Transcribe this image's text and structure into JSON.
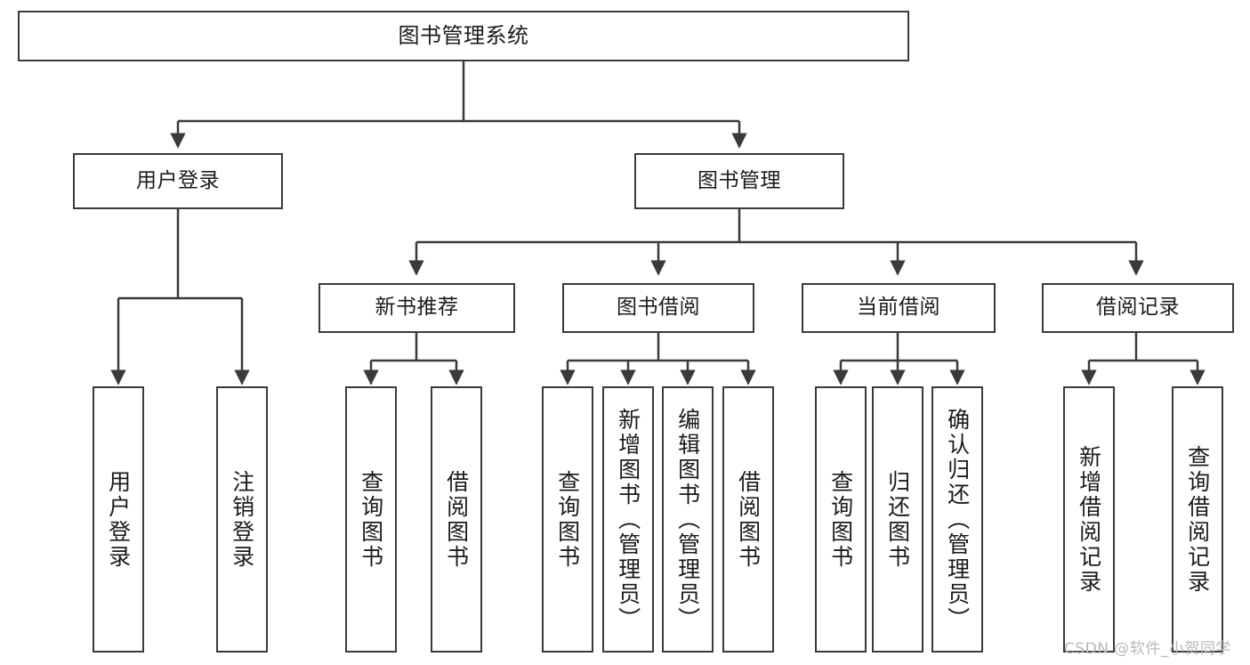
{
  "diagram": {
    "title": "图书管理系统",
    "type": "tree",
    "watermark": "CSDN @软件_小贺同学",
    "colors": {
      "stroke": "#3a3a3a",
      "fill": "#ffffff",
      "text": "#1b1b1b",
      "watermark": "#b9b9b9"
    },
    "root": {
      "label": "图书管理系统"
    },
    "level2": [
      {
        "id": "user-login",
        "label": "用户登录"
      },
      {
        "id": "book-manage",
        "label": "图书管理"
      }
    ],
    "level3": [
      {
        "id": "new-book-recommend",
        "label": "新书推荐",
        "parent": "book-manage"
      },
      {
        "id": "book-borrow",
        "label": "图书借阅",
        "parent": "book-manage"
      },
      {
        "id": "current-borrow",
        "label": "当前借阅",
        "parent": "book-manage"
      },
      {
        "id": "borrow-record",
        "label": "借阅记录",
        "parent": "book-manage"
      }
    ],
    "leaves": {
      "user-login": [
        {
          "id": "leaf-user-login",
          "label": "用户登录"
        },
        {
          "id": "leaf-logout",
          "label": "注销登录"
        }
      ],
      "new-book-recommend": [
        {
          "id": "leaf-query-book-1",
          "label": "查询图书"
        },
        {
          "id": "leaf-borrow-book-1",
          "label": "借阅图书"
        }
      ],
      "book-borrow": [
        {
          "id": "leaf-query-book-2",
          "label": "查询图书"
        },
        {
          "id": "leaf-add-book",
          "label": "新增图书（管理员）"
        },
        {
          "id": "leaf-edit-book",
          "label": "编辑图书（管理员）"
        },
        {
          "id": "leaf-borrow-book-2",
          "label": "借阅图书"
        }
      ],
      "current-borrow": [
        {
          "id": "leaf-query-book-3",
          "label": "查询图书"
        },
        {
          "id": "leaf-return-book",
          "label": "归还图书"
        },
        {
          "id": "leaf-confirm-return",
          "label": "确认归还（管理员）"
        }
      ],
      "borrow-record": [
        {
          "id": "leaf-add-record",
          "label": "新增借阅记录"
        },
        {
          "id": "leaf-query-record",
          "label": "查询借阅记录"
        }
      ]
    }
  }
}
